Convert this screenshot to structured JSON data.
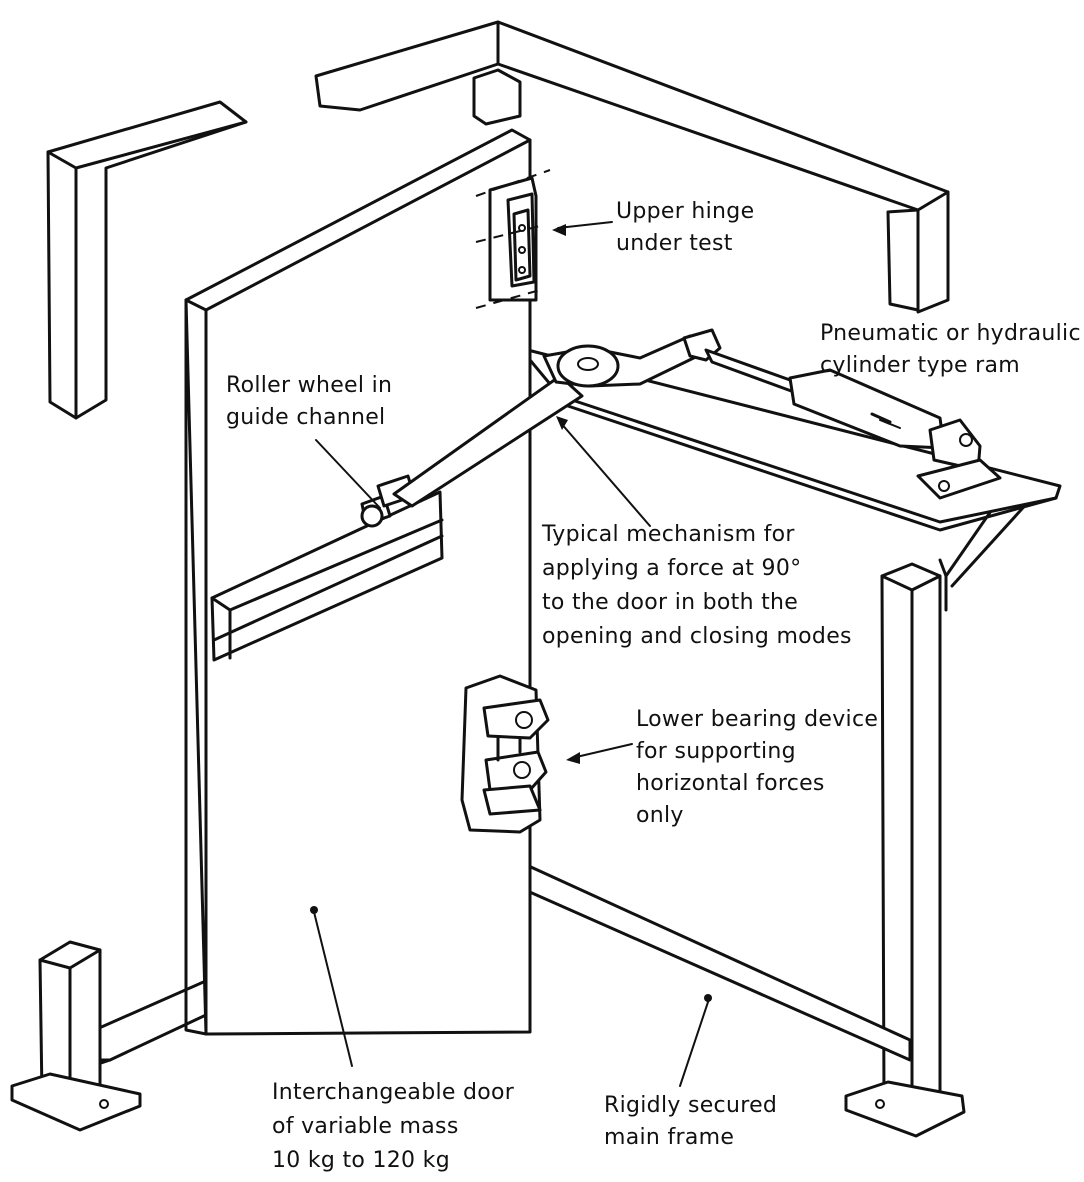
{
  "labels": {
    "upper_hinge": [
      "Upper hinge",
      "under test"
    ],
    "ram": [
      "Pneumatic or hydraulic",
      "cylinder type ram"
    ],
    "roller": [
      "Roller wheel in",
      "guide channel"
    ],
    "mechanism": [
      "Typical mechanism for",
      "applying a force at 90°",
      "to the door in both the",
      "opening and closing modes"
    ],
    "lower_bearing": [
      "Lower bearing device",
      "for supporting",
      "horizontal forces",
      "only"
    ],
    "door": [
      "Interchangeable door",
      "of variable mass",
      "10 kg to 120 kg"
    ],
    "frame": [
      "Rigidly secured",
      "main frame"
    ]
  }
}
